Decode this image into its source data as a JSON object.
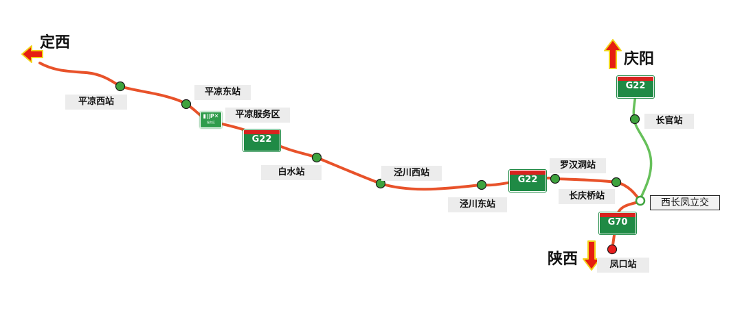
{
  "colors": {
    "route": "#e8522a",
    "branch": "#66c05a",
    "station_fill": "#3ea33e",
    "terminal_fill": "#e81e1e",
    "shield_green": "#1f8a45",
    "shield_red": "#d8231f",
    "arrow_red": "#e61e10",
    "arrow_yellow": "#f2d21b"
  },
  "directions": {
    "dingxi": "定西",
    "qingyang": "庆阳",
    "shaanxi": "陕西"
  },
  "stations": {
    "pingliang_west": "平凉西站",
    "pingliang_east": "平凉东站",
    "pingliang_service": "平凉服务区",
    "baishui": "白水站",
    "jingchuan_west": "泾川西站",
    "jingchuan_east": "泾川东站",
    "luohandong": "罗汉洞站",
    "changqingqiao": "长庆桥站",
    "changguan": "长官站",
    "fengkou": "凤口站"
  },
  "interchange": "西长凤立交",
  "shields": {
    "g22_a": "G22",
    "g22_b": "G22",
    "g22_c": "G22",
    "g70": "G70"
  },
  "service_sign": "服务区"
}
